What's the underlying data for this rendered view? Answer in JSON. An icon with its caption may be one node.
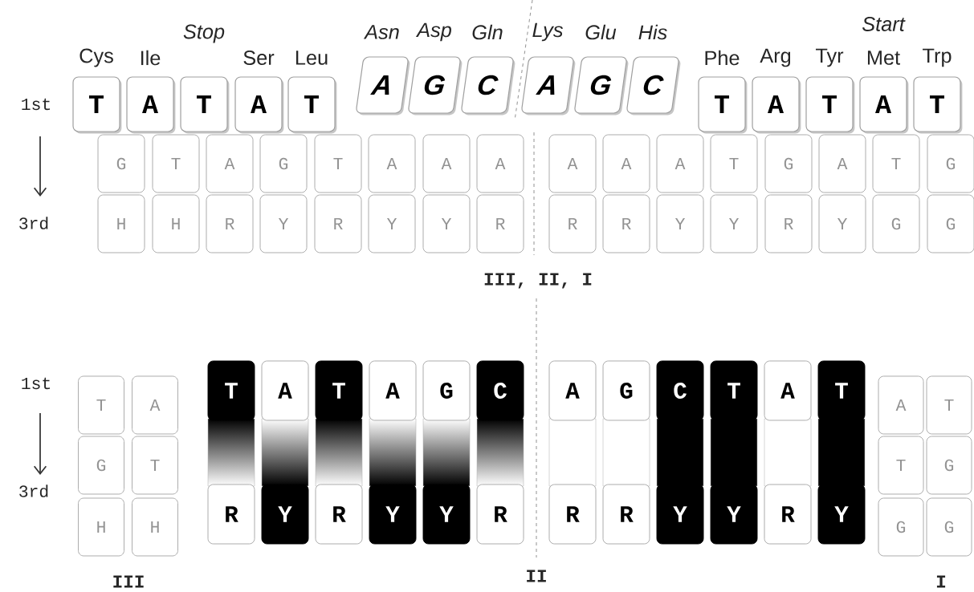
{
  "diagram": {
    "nodes": [
      {
        "text": [
          "T"
        ],
        "beside": [
          "Cys"
        ]
      },
      {
        "text": [
          "A"
        ],
        "beside": [
          "Ile"
        ]
      },
      {
        "text": [
          "T"
        ],
        "beside": [
          "Stop"
        ]
      },
      {
        "text": [
          "A"
        ],
        "beside": [
          "Ser"
        ]
      },
      {
        "text": [
          "T"
        ],
        "beside": [
          "Leu"
        ]
      },
      {
        "text": [
          "A"
        ],
        "beside": [
          "Asn"
        ]
      },
      {
        "text": [
          "G"
        ],
        "beside": [
          "Asp"
        ]
      },
      {
        "text": [
          "C"
        ],
        "beside": [
          "Gln"
        ]
      },
      {
        "text": [
          "A"
        ],
        "beside": [
          "Lys"
        ]
      },
      {
        "text": [
          "G"
        ],
        "beside": [
          "Glu"
        ]
      },
      {
        "text": [
          "C"
        ],
        "beside": [
          "His"
        ]
      },
      {
        "text": [
          "T"
        ],
        "beside": [
          "Phe"
        ]
      },
      {
        "text": [
          "A"
        ],
        "beside": [
          "Arg"
        ]
      },
      {
        "text": [
          "T"
        ],
        "beside": [
          "Tyr"
        ]
      },
      {
        "text": [
          "A"
        ],
        "beside": [
          "Start",
          "Met"
        ]
      },
      {
        "text": [
          "T"
        ],
        "beside": [
          "Trp"
        ]
      },
      {
        "text": [
          "G"
        ]
      },
      {
        "text": [
          "T"
        ]
      },
      {
        "text": [
          "A"
        ]
      },
      {
        "text": [
          "G"
        ]
      },
      {
        "text": [
          "T"
        ]
      },
      {
        "text": [
          "A"
        ]
      },
      {
        "text": [
          "A"
        ]
      },
      {
        "text": [
          "A"
        ]
      },
      {
        "text": [
          "A"
        ]
      },
      {
        "text": [
          "A"
        ]
      },
      {
        "text": [
          "A"
        ]
      },
      {
        "text": [
          "T"
        ]
      },
      {
        "text": [
          "G"
        ]
      },
      {
        "text": [
          "A"
        ]
      },
      {
        "text": [
          "T"
        ]
      },
      {
        "text": [
          "G"
        ]
      },
      {
        "text": [
          "H"
        ]
      },
      {
        "text": [
          "H"
        ]
      },
      {
        "text": [
          "R"
        ]
      },
      {
        "text": [
          "Y"
        ]
      },
      {
        "text": [
          "R"
        ]
      },
      {
        "text": [
          "Y"
        ]
      },
      {
        "text": [
          "Y"
        ]
      },
      {
        "text": [
          "R"
        ]
      },
      {
        "text": [
          "R"
        ]
      },
      {
        "text": [
          "R"
        ]
      },
      {
        "text": [
          "Y"
        ]
      },
      {
        "text": [
          "Y"
        ]
      },
      {
        "text": [
          "R"
        ]
      },
      {
        "text": [
          "Y"
        ]
      },
      {
        "text": [
          "G"
        ]
      },
      {
        "text": [
          "G"
        ]
      },
      {
        "text": [
          "T"
        ]
      },
      {
        "text": [
          "A"
        ]
      },
      {
        "text": [
          "G"
        ]
      },
      {
        "text": [
          "T"
        ]
      },
      {
        "text": [
          "H"
        ]
      },
      {
        "text": [
          "H"
        ]
      },
      {
        "text": [
          "T"
        ]
      },
      {
        "text": [
          "A"
        ]
      },
      {
        "text": [
          "T"
        ]
      },
      {
        "text": [
          "A"
        ]
      },
      {
        "text": [
          "G"
        ]
      },
      {
        "text": [
          "C"
        ]
      },
      {
        "text": [
          "A"
        ]
      },
      {
        "text": [
          "G"
        ]
      },
      {
        "text": [
          "C"
        ]
      },
      {
        "text": [
          "T"
        ]
      },
      {
        "text": [
          "A"
        ]
      },
      {
        "text": [
          "T"
        ]
      },
      {
        "text": [
          "R"
        ]
      },
      {
        "text": [
          "Y"
        ]
      },
      {
        "text": [
          "R"
        ]
      },
      {
        "text": [
          "Y"
        ]
      },
      {
        "text": [
          "Y"
        ]
      },
      {
        "text": [
          "R"
        ]
      },
      {
        "text": [
          "R"
        ]
      },
      {
        "text": [
          "R"
        ]
      },
      {
        "text": [
          "Y"
        ]
      },
      {
        "text": [
          "Y"
        ]
      },
      {
        "text": [
          "R"
        ]
      },
      {
        "text": [
          "Y"
        ]
      },
      {
        "text": [
          "A"
        ]
      },
      {
        "text": [
          "T"
        ]
      },
      {
        "text": [
          "T"
        ]
      },
      {
        "text": [
          "G"
        ]
      },
      {
        "text": [
          "G"
        ]
      },
      {
        "text": [
          "G"
        ]
      },
      {
        "text": [],
        "shape": "bar"
      },
      {
        "text": [],
        "shape": "bar"
      },
      {
        "text": [],
        "shape": "bar"
      },
      {
        "text": [],
        "shape": "bar"
      },
      {
        "text": [],
        "shape": "bar"
      },
      {
        "text": [],
        "shape": "bar"
      },
      {
        "text": [],
        "shape": "bar"
      },
      {
        "text": [],
        "shape": "bar"
      },
      {
        "text": [],
        "shape": "bar"
      },
      {
        "text": [],
        "shape": "bar"
      },
      {
        "text": [],
        "shape": "bar"
      },
      {
        "text": [],
        "shape": "bar"
      }
    ],
    "labels": [
      "1st",
      "3rd",
      "III, II, I",
      "1st",
      "3rd",
      "III",
      "II",
      "I"
    ]
  }
}
